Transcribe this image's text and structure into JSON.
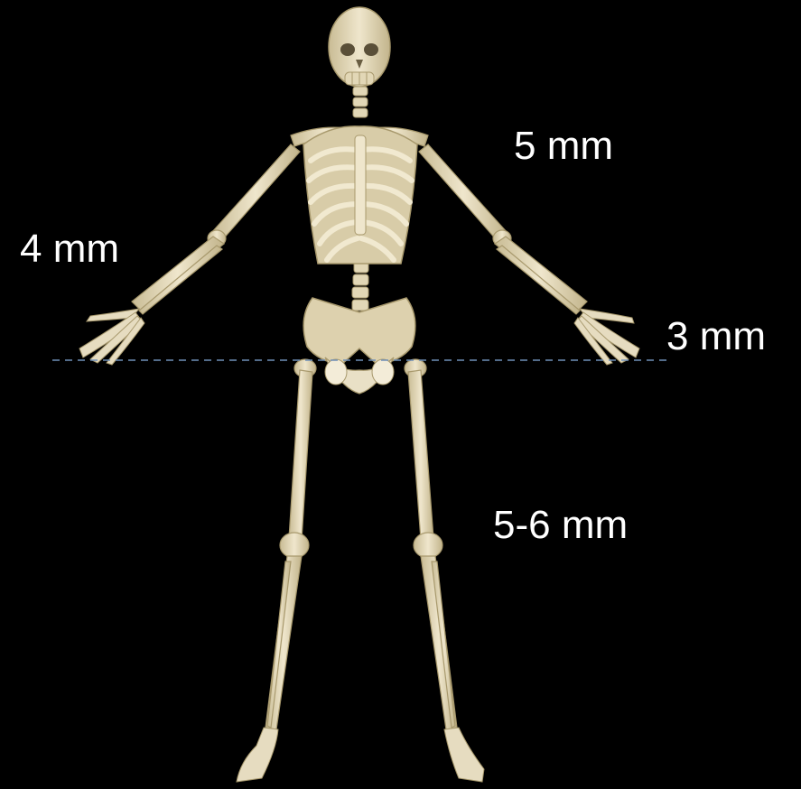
{
  "labels": {
    "upper_right": "5 mm",
    "upper_left": "4 mm",
    "right": "3 mm",
    "lower": "5-6 mm"
  },
  "colors": {
    "background": "#000000",
    "bone": "#e6dcc0",
    "bone_shadow": "#b9ab84",
    "dashed_line": "#6f8fb8",
    "label": "#ffffff"
  }
}
